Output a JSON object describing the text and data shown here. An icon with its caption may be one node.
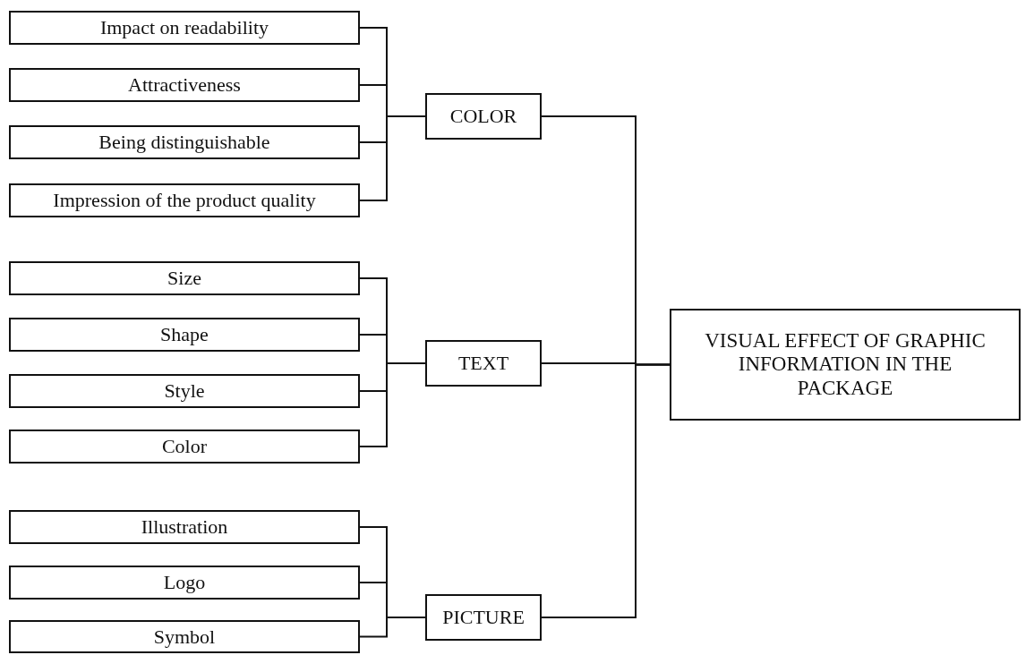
{
  "diagram": {
    "nodes": [
      {
        "text": [
          "Impact on readability"
        ]
      },
      {
        "text": [
          "Attractiveness"
        ]
      },
      {
        "text": [
          "Being distinguishable"
        ]
      },
      {
        "text": [
          "Impression of the product quality"
        ]
      },
      {
        "text": [
          "COLOR"
        ]
      },
      {
        "text": [
          "Size"
        ]
      },
      {
        "text": [
          "Shape"
        ]
      },
      {
        "text": [
          "Style"
        ]
      },
      {
        "text": [
          "Color"
        ]
      },
      {
        "text": [
          "TEXT"
        ]
      },
      {
        "text": [
          "Illustration"
        ]
      },
      {
        "text": [
          "Logo"
        ]
      },
      {
        "text": [
          "Symbol"
        ]
      },
      {
        "text": [
          "PICTURE"
        ]
      },
      {
        "text": [
          "VISUAL EFFECT OF GRAPHIC INFORMATION IN THE PACKAGE"
        ]
      }
    ],
    "edges": [
      {
        "from": 0,
        "to": 4,
        "arrow": "none"
      },
      {
        "from": 1,
        "to": 4,
        "arrow": "none"
      },
      {
        "from": 2,
        "to": 4,
        "arrow": "none"
      },
      {
        "from": 3,
        "to": 4,
        "arrow": "none"
      },
      {
        "from": 5,
        "to": 9,
        "arrow": "none"
      },
      {
        "from": 6,
        "to": 9,
        "arrow": "none"
      },
      {
        "from": 7,
        "to": 9,
        "arrow": "none"
      },
      {
        "from": 8,
        "to": 9,
        "arrow": "none"
      },
      {
        "from": 10,
        "to": 13,
        "arrow": "none"
      },
      {
        "from": 11,
        "to": 13,
        "arrow": "none"
      },
      {
        "from": 12,
        "to": 13,
        "arrow": "none"
      },
      {
        "from": 4,
        "to": 14,
        "arrow": "none"
      },
      {
        "from": 9,
        "to": 14,
        "arrow": "none"
      },
      {
        "from": 13,
        "to": 14,
        "arrow": "none"
      }
    ]
  }
}
